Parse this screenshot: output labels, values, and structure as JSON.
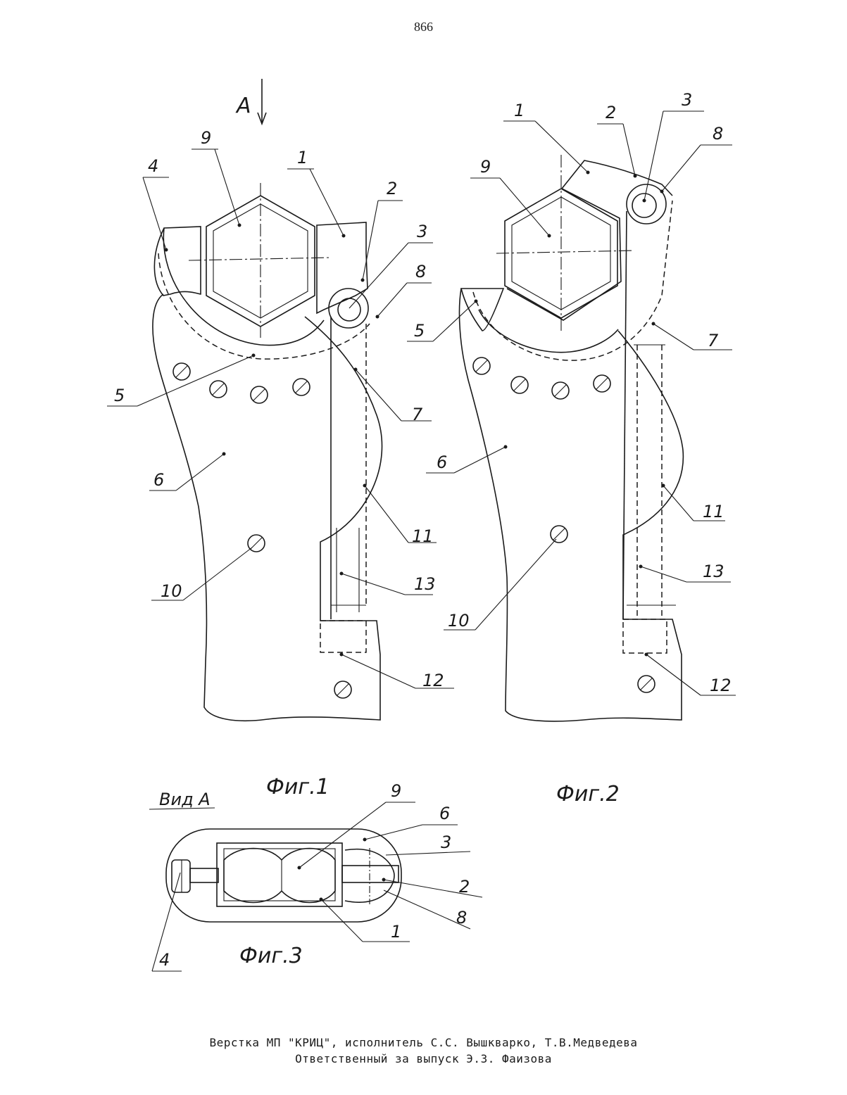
{
  "page_number": "866",
  "view_arrow_label": "А",
  "figures": [
    {
      "caption": "Фиг.1",
      "labels": [
        "1",
        "2",
        "3",
        "4",
        "5",
        "6",
        "7",
        "8",
        "9",
        "10",
        "11",
        "12",
        "13"
      ]
    },
    {
      "caption": "Фиг.2",
      "labels": [
        "1",
        "2",
        "3",
        "5",
        "6",
        "7",
        "8",
        "9",
        "10",
        "11",
        "12",
        "13"
      ]
    },
    {
      "caption": "Фиг.3",
      "view_title": "Вид А",
      "labels": [
        "1",
        "2",
        "3",
        "4",
        "6",
        "8",
        "9"
      ]
    }
  ],
  "footer": {
    "line1": "Верстка МП \"КРИЦ\", исполнитель С.С. Вышкварко, Т.В.Медведева",
    "line2": "Ответственный за выпуск Э.З. Фаизова"
  }
}
